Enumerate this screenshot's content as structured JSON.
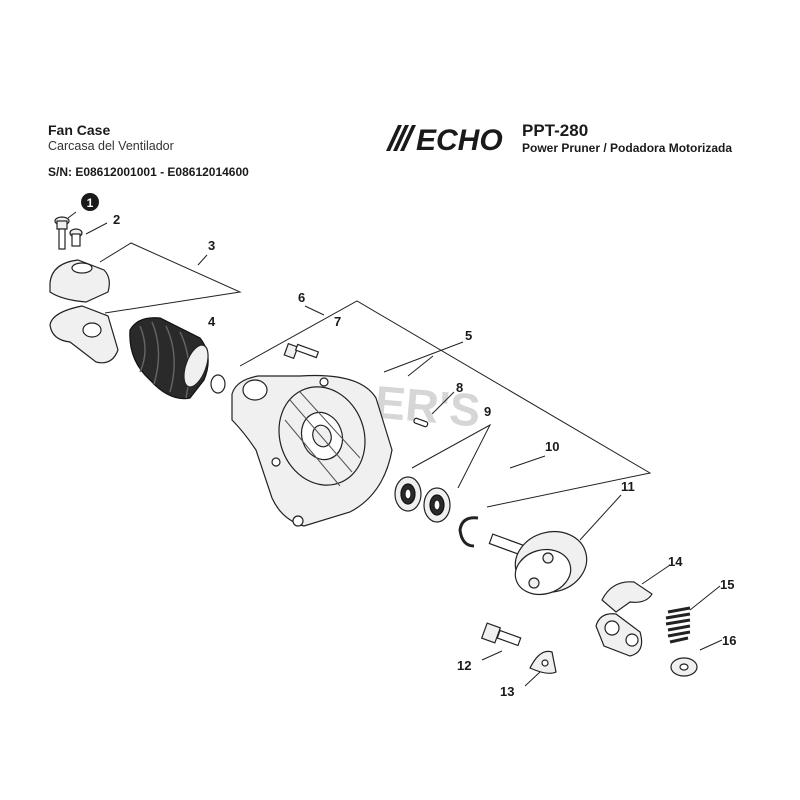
{
  "header": {
    "title": "Fan Case",
    "subtitle": "Carcasa del Ventilador",
    "serial": "S/N: E08612001001 - E08612014600",
    "brand": "ECHO",
    "model": "PPT-280",
    "model_desc": "Power Pruner / Podadora Motorizada"
  },
  "watermark": "COLLER'S",
  "callouts": [
    "1",
    "2",
    "3",
    "4",
    "5",
    "6",
    "7",
    "8",
    "9",
    "10",
    "11",
    "12",
    "13",
    "14",
    "15",
    "16"
  ],
  "colors": {
    "ink": "#1a1a1a",
    "brand": "#1a1a1a",
    "watermark": "#cfcfcf"
  }
}
